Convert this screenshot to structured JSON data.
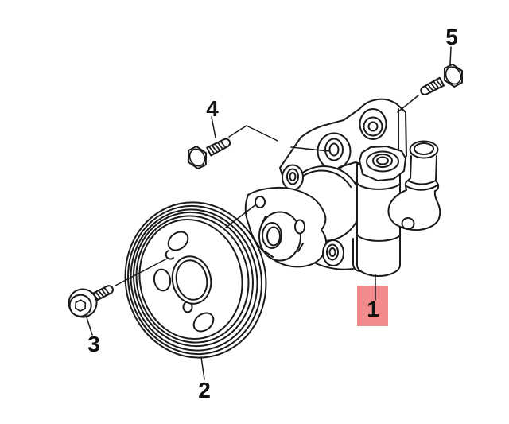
{
  "diagram": {
    "background_color": "#ffffff",
    "line_color": "#1a1a1a",
    "highlight_color": "#f28c8c",
    "callouts": {
      "c1": "1",
      "c2": "2",
      "c3": "3",
      "c4": "4",
      "c5": "5"
    }
  }
}
